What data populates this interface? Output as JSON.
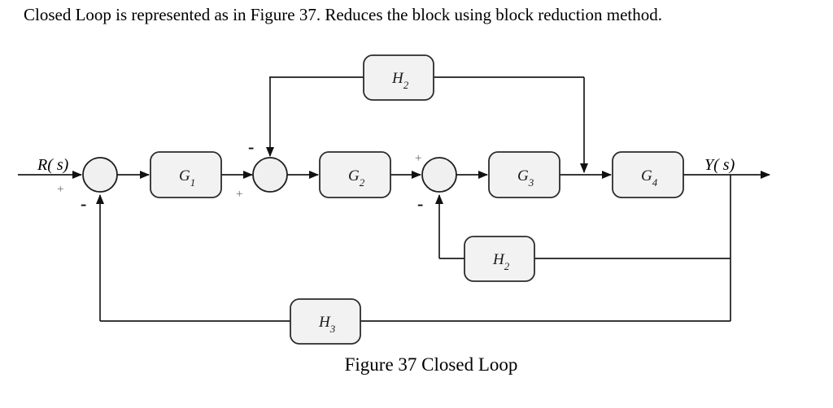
{
  "title": "Closed Loop is represented as in Figure 37. Reduces the block using block reduction method.",
  "caption": "Figure 37 Closed Loop",
  "diagram": {
    "input_label": "R( s)",
    "output_label": "Y( s)",
    "blocks": {
      "g1": {
        "base": "G",
        "sub": "1"
      },
      "g2": {
        "base": "G",
        "sub": "2"
      },
      "g3": {
        "base": "G",
        "sub": "3"
      },
      "g4": {
        "base": "G",
        "sub": "4"
      },
      "h2_top": {
        "base": "H",
        "sub": "2"
      },
      "h2_mid": {
        "base": "H",
        "sub": "2"
      },
      "h3": {
        "base": "H",
        "sub": "3"
      }
    },
    "signs": {
      "sum1_plus": "+",
      "sum1_minus": "-",
      "sum2_minus": "-",
      "sum2_plus": "+",
      "sum3_plus": "+",
      "sum3_minus": "-"
    },
    "colors": {
      "block_fill": "#f2f2f2",
      "block_stroke": "#2b2b2b",
      "wire": "#1c1c1c",
      "background": "#ffffff"
    }
  }
}
